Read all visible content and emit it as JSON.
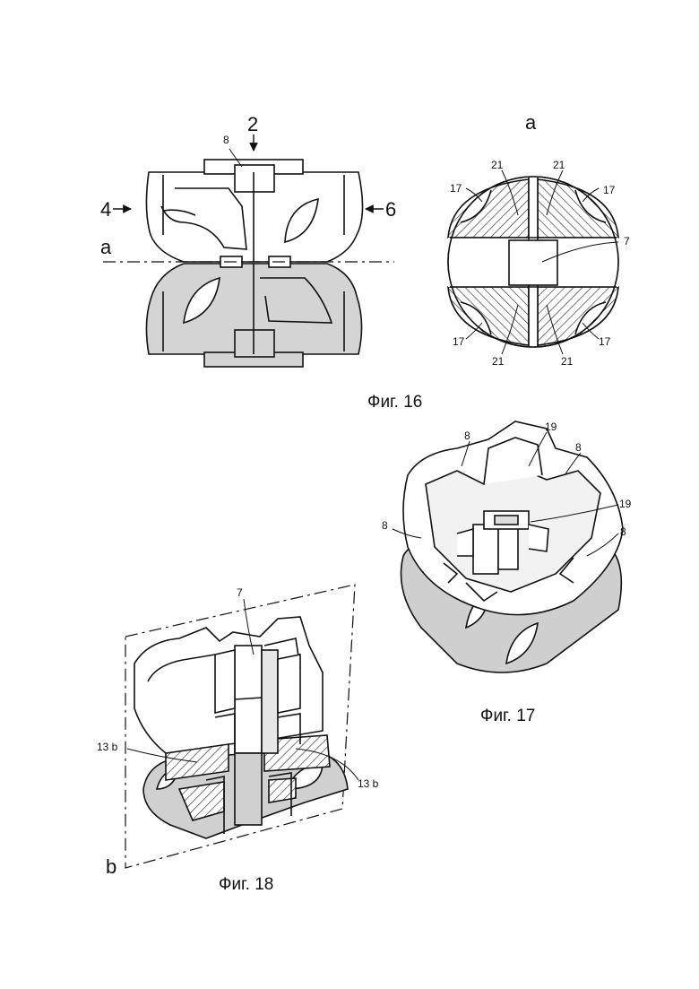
{
  "fig16": {
    "caption": "Фиг. 16",
    "ref_top": "2",
    "ref_left": "4",
    "ref_right": "6",
    "ref_top_small": "8",
    "section_line_label": "a",
    "section_title": "a",
    "section_refs": {
      "r21_tl": "21",
      "r21_tr": "21",
      "r17_tl": "17",
      "r17_tr": "17",
      "r7": "7",
      "r17_bl": "17",
      "r17_br": "17",
      "r21_bl": "21",
      "r21_br": "21"
    }
  },
  "fig17": {
    "caption": "Фиг. 17",
    "refs": {
      "r8_a": "8",
      "r19_a": "19",
      "r8_b": "8",
      "r19_b": "19",
      "r8_c": "8",
      "r8_d": "8"
    }
  },
  "fig18": {
    "caption": "Фиг. 18",
    "refs": {
      "r7": "7",
      "r13b_left": "13 b",
      "r13b_right": "13 b"
    },
    "plane_label": "b"
  }
}
